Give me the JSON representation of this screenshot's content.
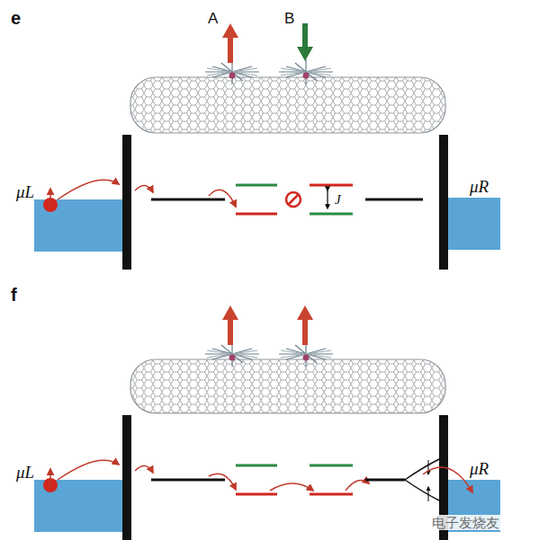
{
  "diagram": {
    "labels": [
      "e",
      "A",
      "B",
      "μL",
      "μR",
      "J",
      "f",
      "μL",
      "μR",
      "电子发烧友"
    ]
  }
}
